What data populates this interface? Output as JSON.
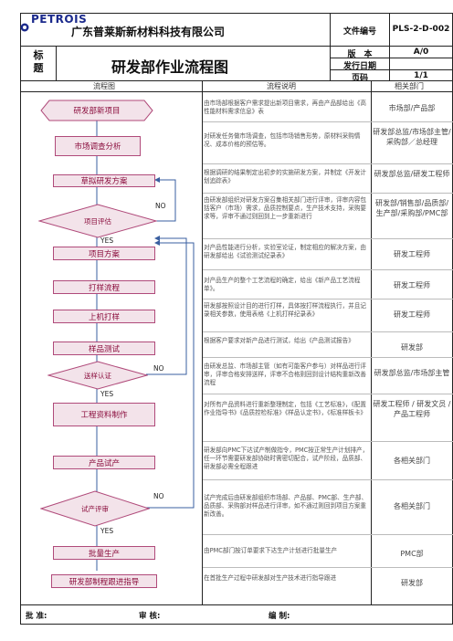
{
  "header": {
    "logo_text": "PETROIS",
    "company": "广东普莱斯新材料科技有限公司",
    "doc_no_label": "文件编号",
    "doc_no_value": "PLS-2-D-002",
    "mark_label": "标\n题",
    "doc_title": "研发部作业流程图",
    "version_label": "版　本",
    "version_value": "A/0",
    "issue_date_label": "发行日期",
    "issue_date_value": "",
    "page_label": "页码",
    "page_value": "1/1"
  },
  "columns": {
    "flow": "流程图",
    "desc": "流程说明",
    "dept": "相关部门"
  },
  "steps": [
    {
      "label": "研发部新项目",
      "desc": "由市场部根据客户需求提出新项目需求，再由产品部给出《高性能材料需求信息》表",
      "dept": "市场部/产品部"
    },
    {
      "label": "市场调查分析",
      "desc": "对研发任务做市场调查，包括市场销售形势，原材料采购情况、成本价格的预估等。",
      "dept": "研发部总监/市场部主管/采购部／总经理"
    },
    {
      "label": "草拟研发方案",
      "desc": "根据调研的结果制定出初步的实施研发方案，并制定《开发计划追踪表》",
      "dept": "研发部总监/研发工程师"
    },
    {
      "label": "项目评估",
      "desc": "由研发部组织对研发方案召集相关部门进行评审，评审内容包括客户（市场）需求，品质控制要点，生产技术支持，采购要求等，评审不通过则回到上一步重新进行",
      "dept": "研发部/销售部/品质部/生产部/采购部/PMC部"
    },
    {
      "label": "项目方案",
      "desc": "对产品性能进行分析，实验室论证，制定相应的解决方案，由研发部给出《试验测试纪录表》",
      "dept": "研发工程师"
    },
    {
      "label": "打样流程",
      "desc": "对产品生产的整个工艺流程的确定，给出《新产品工艺流程单》。",
      "dept": "研发工程师"
    },
    {
      "label": "上机打样",
      "desc": "研发部按照设计目的进行打样，具体按打样流程执行，并且记录相关参数，使用表格《上机打样纪录表》",
      "dept": "研发工程师"
    },
    {
      "label": "样品测试",
      "desc": "根据客户要求对新产品进行测试，给出《产品测试报告》",
      "dept": "研发部"
    },
    {
      "label": "送样认证",
      "desc": "由研发总监、市场部主管（如有可能客户参与）对样品进行评审，评审合格安排送样，评审不合格则回到设计结构重新改善流程",
      "dept": "研发部总监/市场部主管"
    },
    {
      "label": "工程资料制作",
      "desc": "对所有产品资料进行重新整理制定，包括《工艺标准》，《配置作业指导书》《品质控检标准》《样品认定书》，《标准样板卡》",
      "dept": "研发工程师 / 研发文员 / 产品工程师"
    },
    {
      "label": "产品试产",
      "desc": "研发部向PMC下达试产制做指令，PMC按正常生产计划排产，任一环节需要研发部协助时需密切配合，试产阶段，品质部、研发部必需全程跟进",
      "dept": "各相关部门"
    },
    {
      "label": "试产评审",
      "desc": "试产完成后由研发部组织市场部、产品部、PMC部、生产部、品质部、采购部对样品进行评审，如不通过则回到项目方案重新改善。",
      "dept": "各相关部门"
    },
    {
      "label": "批量生产",
      "desc": "由PMC部门按订单要求下达生产计划进行批量生产",
      "dept": "PMC部"
    },
    {
      "label": "研发部制程跟进指导",
      "desc": "在首批生产过程中研发部对生产技术进行指导跟进",
      "dept": "研发部"
    }
  ],
  "decisions": {
    "no": "NO",
    "yes": "YES"
  },
  "footer": {
    "approve": "批 准:",
    "review": "审 核:",
    "draft": "编 制:"
  },
  "colors": {
    "shape_fill": "#f3e3ea",
    "shape_border": "#b04a7a",
    "text_accent": "#8a0c3c",
    "logo_blue": "#1b2a8c"
  }
}
